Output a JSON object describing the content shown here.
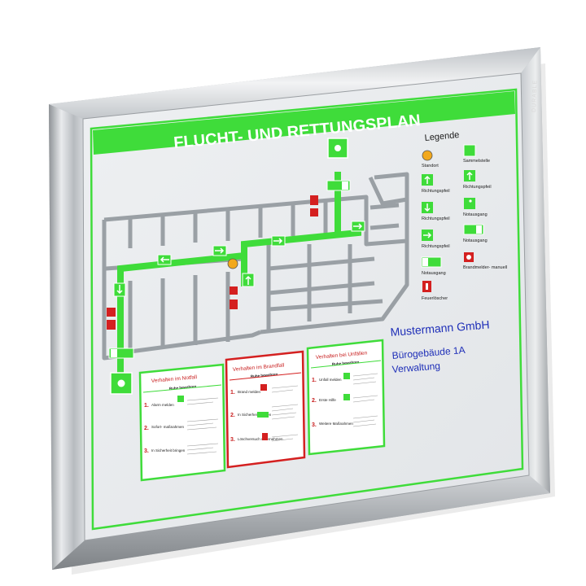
{
  "sign": {
    "title": "FLUCHT- UND RETTUNGSPLAN",
    "brand": "DURABLE"
  },
  "legend": {
    "heading": "Legende",
    "items": [
      {
        "label": "Standort",
        "icon": "location-dot-icon"
      },
      {
        "label": "Sammelstelle",
        "icon": "assembly-point-icon"
      },
      {
        "label": "Richtungspfeil",
        "icon": "arrow-up-icon"
      },
      {
        "label": "Richtungspfeil",
        "icon": "arrow-up-icon"
      },
      {
        "label": "Richtungspfeil",
        "icon": "arrow-down-icon"
      },
      {
        "label": "Notausgang",
        "icon": "running-man-icon"
      },
      {
        "label": "Richtungspfeil",
        "icon": "arrow-right-icon"
      },
      {
        "label": "Notausgang",
        "icon": "exit-door-icon"
      },
      {
        "label": "Notausgang",
        "icon": "emergency-exit-icon"
      },
      {
        "label": "Brandmelder- manuell",
        "icon": "fire-alarm-icon"
      },
      {
        "label": "Feuerlöscher",
        "icon": "fire-extinguisher-icon"
      }
    ]
  },
  "company": {
    "name": "Mustermann GmbH",
    "line1": "Bürogebäude 1A",
    "line2": "Verwaltung"
  },
  "boxes": [
    {
      "title": "Verhalten im Notfall",
      "subtitle": "Ruhe bewahren",
      "steps": [
        {
          "num": "1.",
          "label": "Alarm melden"
        },
        {
          "num": "2.",
          "label": "Sofort- maßnahmen"
        },
        {
          "num": "3.",
          "label": "In Sicherheit bringen"
        }
      ]
    },
    {
      "title": "Verhalten im Brandfall",
      "subtitle": "Ruhe bewahren",
      "steps": [
        {
          "num": "1.",
          "label": "Brand melden"
        },
        {
          "num": "2.",
          "label": "In Sicherheit bringen"
        },
        {
          "num": "3.",
          "label": "Löschversuch unternehmen"
        }
      ]
    },
    {
      "title": "Verhalten bei Unfällen",
      "subtitle": "Ruhe bewahren",
      "steps": [
        {
          "num": "1.",
          "label": "Unfall melden"
        },
        {
          "num": "2.",
          "label": "Erste Hilfe"
        },
        {
          "num": "3.",
          "label": "Weitere Maßnahmen"
        }
      ]
    }
  ],
  "colors": {
    "green": "#3fdc3a",
    "frame": "#c9cdd1",
    "red": "#d42020",
    "blue": "#1f2fb8"
  }
}
